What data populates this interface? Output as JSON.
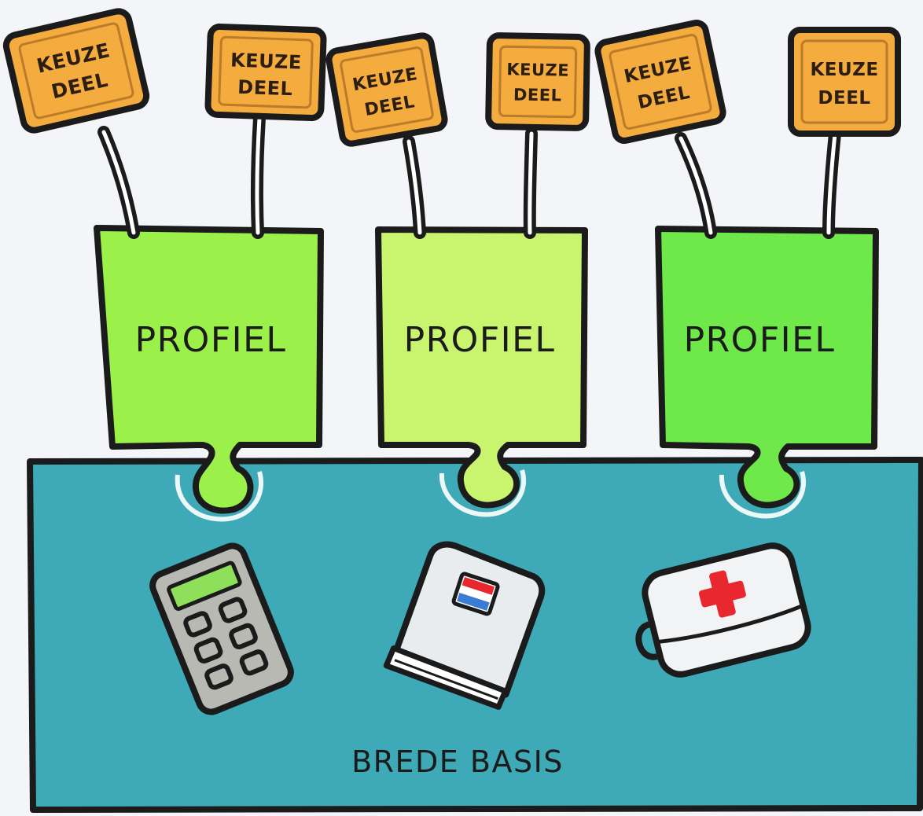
{
  "diagram": {
    "base_label": "BREDE BASIS",
    "profiles": [
      {
        "label": "PROFIEL",
        "color": "#9cf04a"
      },
      {
        "label": "PROFIEL",
        "color": "#c9f56e"
      },
      {
        "label": "PROFIEL",
        "color": "#6fe84a"
      }
    ],
    "signs": [
      {
        "line1": "KEUZE",
        "line2": "DEEL"
      },
      {
        "line1": "KEUZE",
        "line2": "DEEL"
      },
      {
        "line1": "KEUZE",
        "line2": "DEEL"
      },
      {
        "line1": "KEUZE",
        "line2": "DEEL"
      },
      {
        "line1": "KEUZE",
        "line2": "DEEL"
      },
      {
        "line1": "KEUZE",
        "line2": "DEEL"
      }
    ],
    "icons": [
      {
        "name": "calculator-icon"
      },
      {
        "name": "book-icon"
      },
      {
        "name": "first-aid-kit-icon"
      }
    ],
    "colors": {
      "base": "#3eaab8",
      "sign": "#f5ac3f",
      "outline": "#1b1b1b",
      "background": "#f3f5f8",
      "cross": "#e8272f"
    }
  }
}
